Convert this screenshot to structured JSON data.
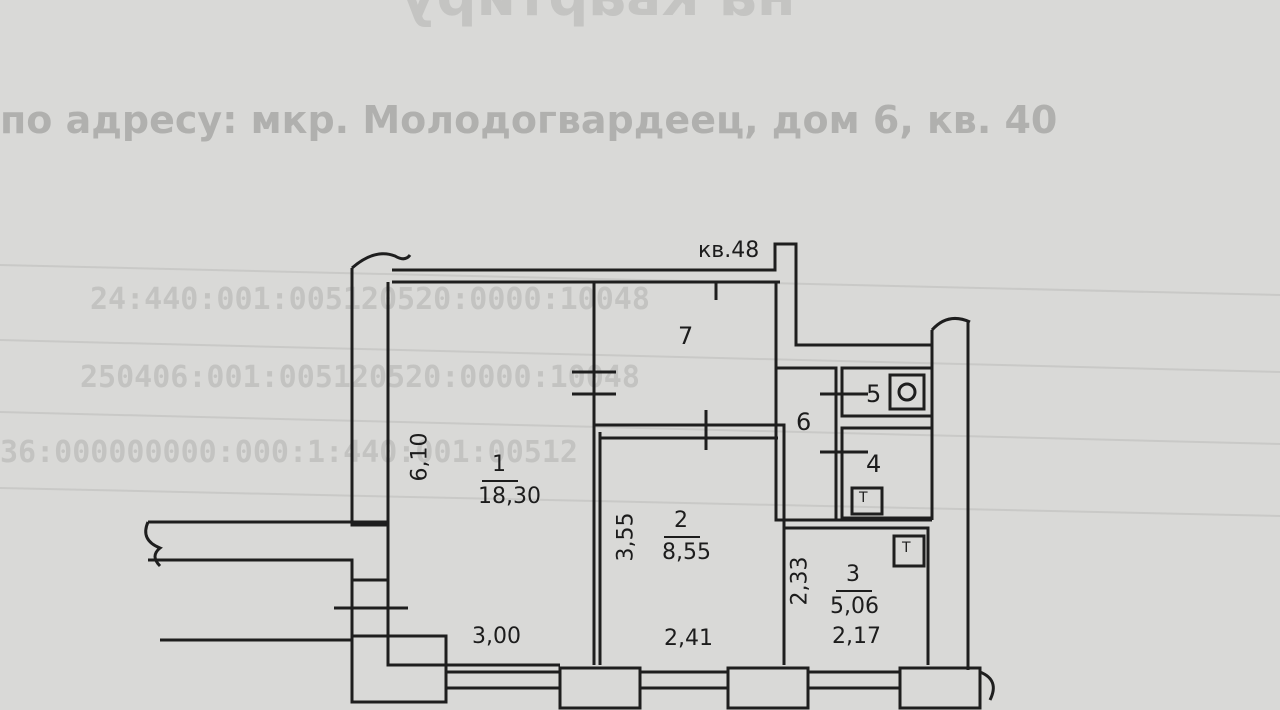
{
  "document": {
    "title_fragment": "на квартиру",
    "address_line": "по адресу: мкр. Молодогвардеец, дом 6, кв. 40",
    "cadastral_numbers": [
      "24:440:001:005120520:0000:10048",
      "250406:001:005120520:0000:10048",
      "36:000000000:000:1:440:001:00512"
    ]
  },
  "plan": {
    "corridor_label": "кв.48",
    "rooms": [
      {
        "number": "1",
        "area": "18,30"
      },
      {
        "number": "2",
        "area": "8,55"
      },
      {
        "number": "3",
        "area": "5,06"
      },
      {
        "number": "4"
      },
      {
        "number": "5"
      },
      {
        "number": "6"
      },
      {
        "number": "7"
      }
    ],
    "dimensions": {
      "room1_height": "6,10",
      "room1_width": "3,00",
      "room2_height": "3,55",
      "room2_width": "2,41",
      "room3_height": "2,33",
      "room3_width": "2,17"
    },
    "fixture_labels": {
      "toilet_tag": "T",
      "sink_tag": "T"
    }
  }
}
